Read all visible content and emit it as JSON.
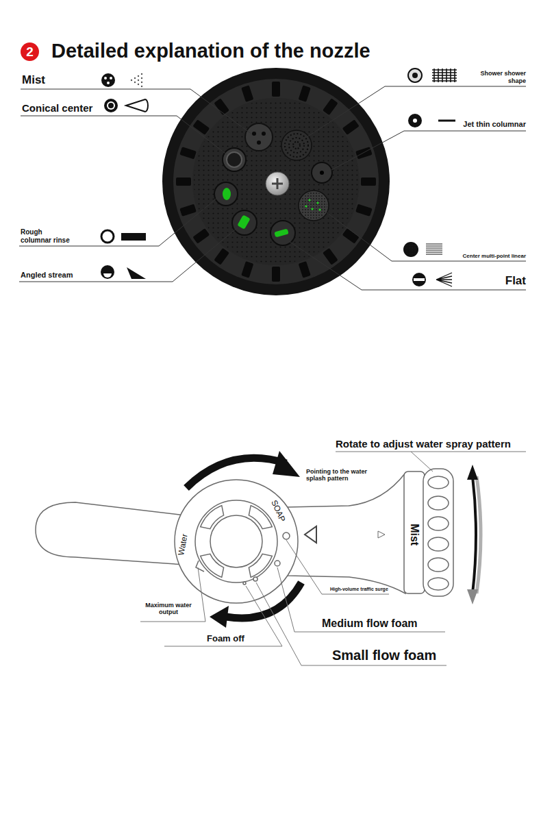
{
  "diagram": {
    "title": "Detailed explanation of the nozzle",
    "nodes": [
      {
        "text": [
          "2"
        ]
      }
    ],
    "labels": [
      "Mist",
      "Conical center",
      "Rough columnar rinse",
      "Angled stream",
      "Shower shower shape",
      "Jet thin columnar",
      "Center multi-point linear",
      "Flat",
      "Rotate to adjust water spray pattern",
      "Pointing to the water splash pattern",
      "SOAP",
      "Water",
      "Mist",
      "High-volume traffic surge",
      "Maximum water output",
      "Foam off",
      "Medium flow foam",
      "Small flow foam"
    ]
  }
}
